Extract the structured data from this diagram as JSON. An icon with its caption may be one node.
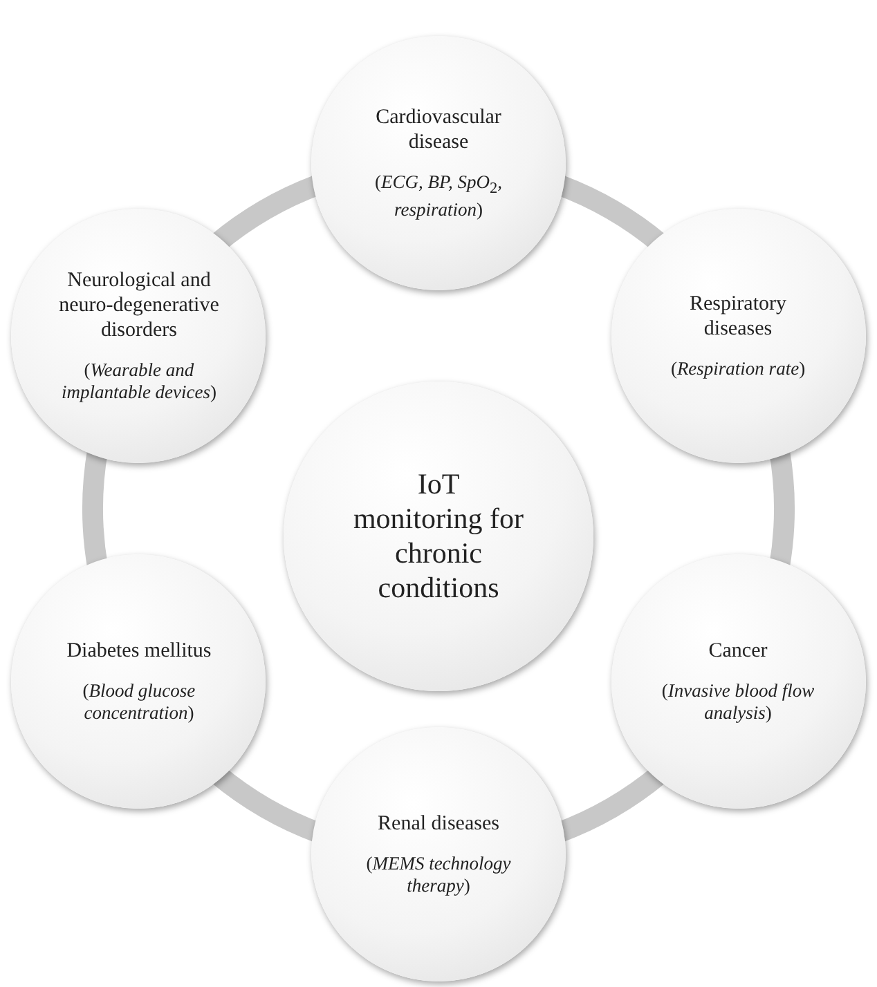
{
  "diagram": {
    "nodes": [
      {
        "text": [
          "Cardiovascular disease",
          "(*ECG, BP, SpO*$_{2}$*, respiration*)"
        ]
      },
      {
        "text": [
          "Neurological and neuro-degenerative disorders",
          "(*Wearable and implantable devices*)"
        ]
      },
      {
        "text": [
          "Respiratory diseases",
          "(*Respiration rate*)"
        ]
      },
      {
        "text": [
          "IoT monitoring for chronic conditions"
        ]
      },
      {
        "text": [
          "Diabetes mellitus",
          "(*Blood glucose concentration*)"
        ]
      },
      {
        "text": [
          "Cancer",
          "(*Invasive blood flow analysis*)"
        ]
      },
      {
        "text": [
          "Renal diseases",
          "(*MEMS technology therapy*)"
        ]
      }
    ],
    "edges": [
      {
        "from": 0,
        "to": 2,
        "arrow": "none"
      },
      {
        "from": 2,
        "to": 5,
        "arrow": "none"
      },
      {
        "from": 5,
        "to": 6,
        "arrow": "none"
      },
      {
        "from": 6,
        "to": 4,
        "arrow": "none"
      },
      {
        "from": 4,
        "to": 1,
        "arrow": "none"
      },
      {
        "from": 1,
        "to": 0,
        "arrow": "none"
      }
    ]
  }
}
